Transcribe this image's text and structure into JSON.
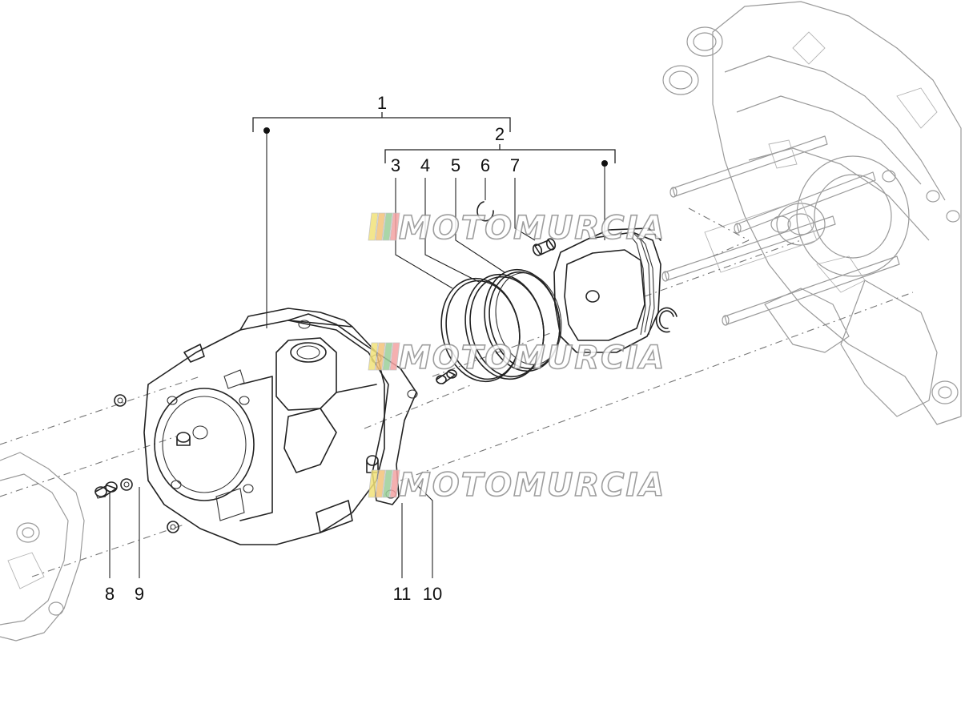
{
  "diagram": {
    "callouts": [
      {
        "id": "1",
        "label": "1"
      },
      {
        "id": "2",
        "label": "2"
      },
      {
        "id": "3",
        "label": "3"
      },
      {
        "id": "4",
        "label": "4"
      },
      {
        "id": "5",
        "label": "5"
      },
      {
        "id": "6",
        "label": "6"
      },
      {
        "id": "7",
        "label": "7"
      },
      {
        "id": "8",
        "label": "8"
      },
      {
        "id": "9",
        "label": "9"
      },
      {
        "id": "11",
        "label": "11"
      },
      {
        "id": "10",
        "label": "10"
      }
    ]
  },
  "watermark": {
    "text": "MOTOMURCIA",
    "stripe_colors": [
      "#f2e27a",
      "#f4c27a",
      "#9cd09a",
      "#f4a3a3"
    ]
  }
}
